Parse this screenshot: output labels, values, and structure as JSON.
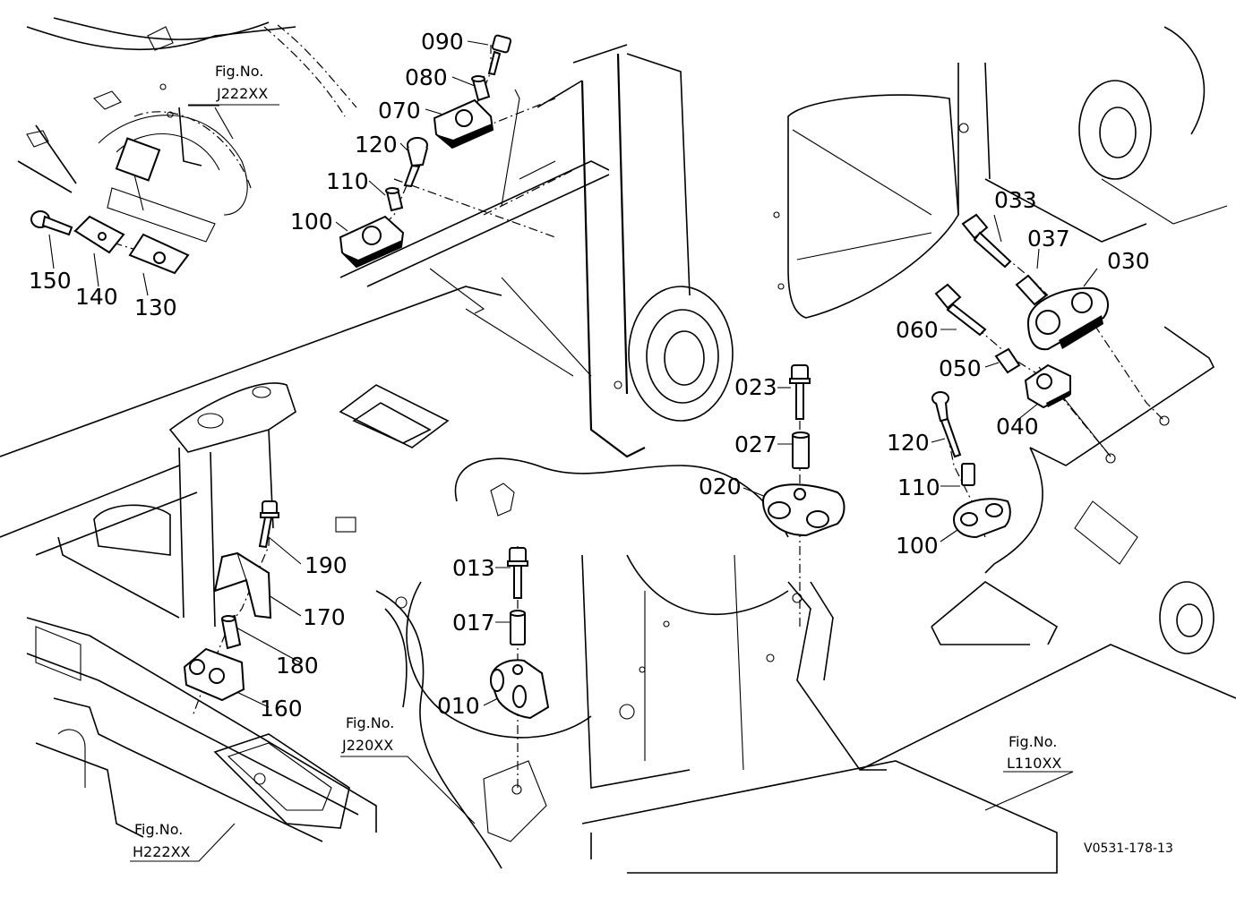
{
  "drawing_code": "V0531-178-13",
  "figure_refs": [
    {
      "id": "fig-j222",
      "prefix": "Fig.No.",
      "code": "J222XX"
    },
    {
      "id": "fig-j220",
      "prefix": "Fig.No.",
      "code": "J220XX"
    },
    {
      "id": "fig-h222",
      "prefix": "Fig.No.",
      "code": "H222XX"
    },
    {
      "id": "fig-l110",
      "prefix": "Fig.No.",
      "code": "L110XX"
    }
  ],
  "part_labels": [
    {
      "id": "p090",
      "text": "090"
    },
    {
      "id": "p080",
      "text": "080"
    },
    {
      "id": "p070",
      "text": "070"
    },
    {
      "id": "p120a",
      "text": "120"
    },
    {
      "id": "p110a",
      "text": "110"
    },
    {
      "id": "p100a",
      "text": "100"
    },
    {
      "id": "p150",
      "text": "150"
    },
    {
      "id": "p140",
      "text": "140"
    },
    {
      "id": "p130",
      "text": "130"
    },
    {
      "id": "p033",
      "text": "033"
    },
    {
      "id": "p037",
      "text": "037"
    },
    {
      "id": "p030",
      "text": "030"
    },
    {
      "id": "p060",
      "text": "060"
    },
    {
      "id": "p050",
      "text": "050"
    },
    {
      "id": "p040",
      "text": "040"
    },
    {
      "id": "p023",
      "text": "023"
    },
    {
      "id": "p027",
      "text": "027"
    },
    {
      "id": "p020",
      "text": "020"
    },
    {
      "id": "p120b",
      "text": "120"
    },
    {
      "id": "p110b",
      "text": "110"
    },
    {
      "id": "p100b",
      "text": "100"
    },
    {
      "id": "p190",
      "text": "190"
    },
    {
      "id": "p170",
      "text": "170"
    },
    {
      "id": "p180",
      "text": "180"
    },
    {
      "id": "p160",
      "text": "160"
    },
    {
      "id": "p013",
      "text": "013"
    },
    {
      "id": "p017",
      "text": "017"
    },
    {
      "id": "p010",
      "text": "010"
    }
  ]
}
